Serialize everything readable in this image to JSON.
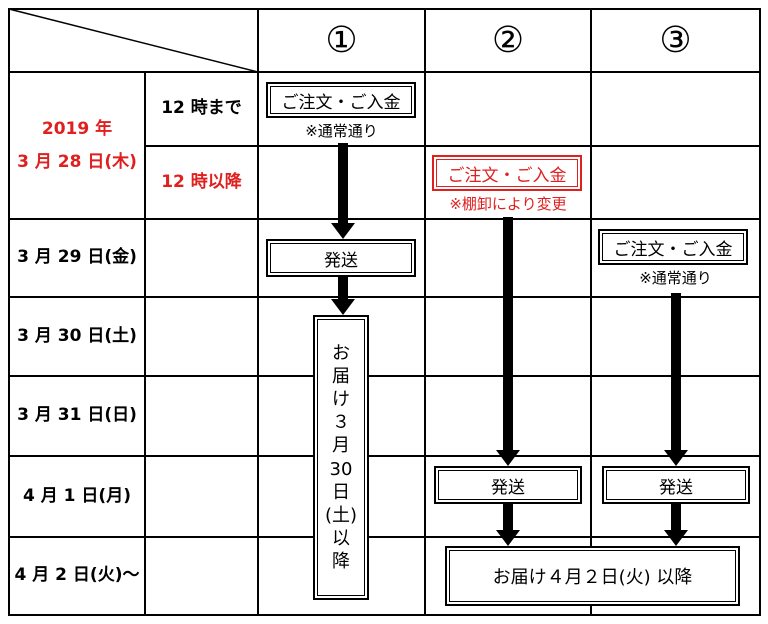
{
  "columns": [
    "①",
    "②",
    "③"
  ],
  "rows": {
    "r1_date": "2019 年\n3 月 28 日(木)",
    "r1_sub_a": "12 時まで",
    "r1_sub_b": "12 時以降",
    "r2": "3 月 29 日(金)",
    "r3": "3 月 30 日(土)",
    "r4": "3 月 31 日(日)",
    "r5": "4 月 1 日(月)",
    "r6": "4 月 2 日(火)～"
  },
  "col1": {
    "order_label": "ご注文・ご入金",
    "order_note": "※通常通り",
    "ship_label": "発送",
    "delivery_lines": [
      "お",
      "届",
      "け",
      "３",
      "月",
      "30",
      "日",
      "(土)",
      "以",
      "降"
    ]
  },
  "col2": {
    "order_label": "ご注文・ご入金",
    "order_note": "※棚卸により変更",
    "ship_label": "発送"
  },
  "col3": {
    "order_label": "ご注文・ご入金",
    "order_note": "※通常通り",
    "ship_label": "発送"
  },
  "merged_delivery": "お届け４月２日(火) 以降",
  "colors": {
    "red": "#e0201f",
    "black": "#000000"
  }
}
